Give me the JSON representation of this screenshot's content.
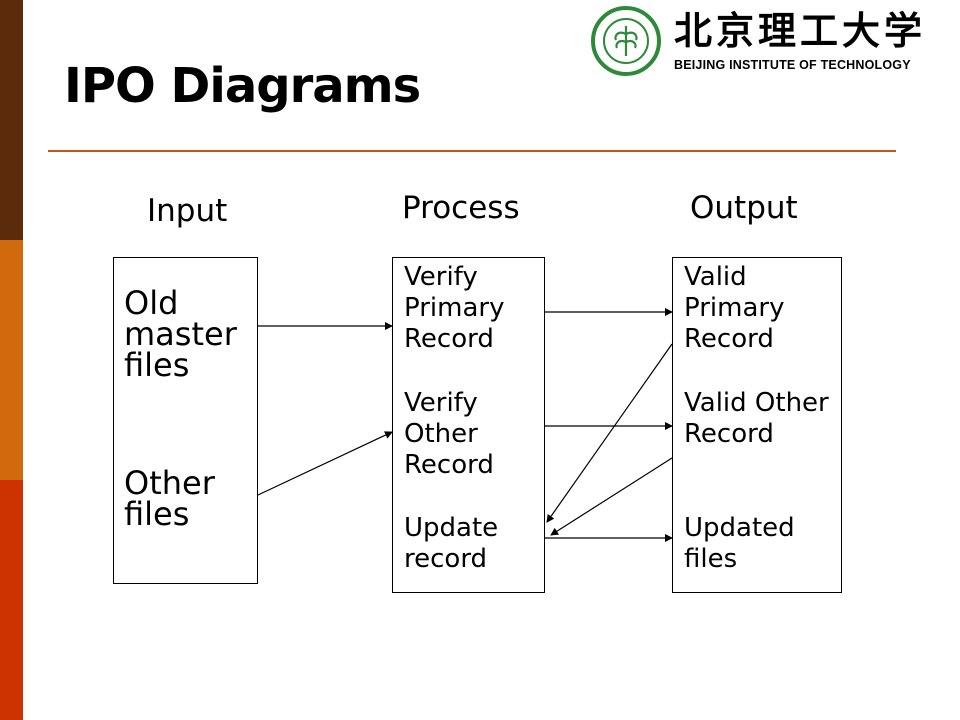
{
  "slide": {
    "title": "IPO Diagrams",
    "accent_colors": {
      "sidebar": [
        "#5c2b0c",
        "#d06a0c",
        "#cc3300"
      ],
      "rule": "#c0561c",
      "logo": "#2e8a3a"
    }
  },
  "logo": {
    "name_cn": "北京理工大学",
    "name_en": "BEIJING INSTITUTE OF TECHNOLOGY",
    "seal_text": "北京理工大学 BEIJING INSTITUTE OF TECHNOLOGY"
  },
  "diagram": {
    "headers": {
      "input": "Input",
      "process": "Process",
      "output": "Output"
    },
    "input": [
      "Old master files",
      "Other files"
    ],
    "process": [
      "Verify Primary Record",
      "Verify Other Record",
      "Update record"
    ],
    "output": [
      "Valid Primary Record",
      "Valid Other Record",
      "Updated files"
    ]
  }
}
